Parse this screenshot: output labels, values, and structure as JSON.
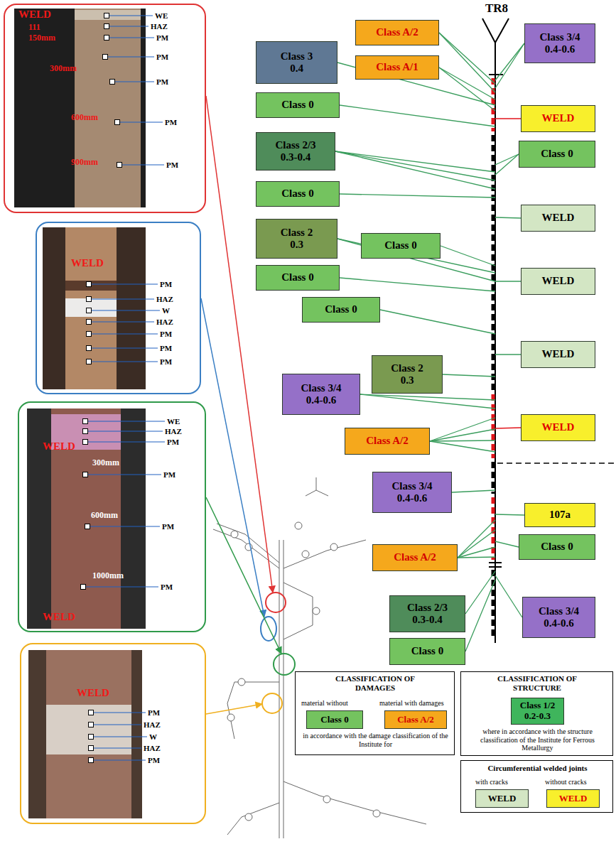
{
  "diagram": {
    "nodes": [
      {
        "text": [
          "WELD",
          "111",
          "150mm",
          "300mm",
          "600mm",
          "900mm",
          "WE",
          "HAZ",
          "PM",
          "PM",
          "PM",
          "PM",
          "PM"
        ]
      },
      {
        "text": [
          "WELD",
          "PM",
          "HAZ",
          "W",
          "HAZ",
          "PM",
          "PM",
          "PM"
        ]
      },
      {
        "text": [
          "WELD",
          "300mm",
          "600mm",
          "1000mm",
          "WELD",
          "WE",
          "HAZ",
          "PM",
          "PM",
          "PM",
          "PM"
        ]
      },
      {
        "text": [
          "WELD",
          "PM",
          "HAZ",
          "W",
          "HAZ",
          "PM"
        ]
      },
      {
        "text": [
          "Class A/2"
        ]
      },
      {
        "text": [
          "Class 3/4",
          "0.4-0.6"
        ]
      },
      {
        "text": [
          "Class 3",
          "0.4"
        ]
      },
      {
        "text": [
          "Class A/1"
        ]
      },
      {
        "text": [
          "Class 0"
        ]
      },
      {
        "text": [
          "WELD"
        ]
      },
      {
        "text": [
          "Class 2/3",
          "0.3-0.4"
        ]
      },
      {
        "text": [
          "Class 0"
        ]
      },
      {
        "text": [
          "Class 0"
        ]
      },
      {
        "text": [
          "WELD"
        ]
      },
      {
        "text": [
          "Class 2",
          "0.3"
        ]
      },
      {
        "text": [
          "Class 0"
        ]
      },
      {
        "text": [
          "Class 0"
        ]
      },
      {
        "text": [
          "WELD"
        ]
      },
      {
        "text": [
          "Class 0"
        ]
      },
      {
        "text": [
          "WELD"
        ]
      },
      {
        "text": [
          "Class 2",
          "0.3"
        ]
      },
      {
        "text": [
          "Class 3/4",
          "0.4-0.6"
        ]
      },
      {
        "text": [
          "WELD"
        ]
      },
      {
        "text": [
          "Class A/2"
        ]
      },
      {
        "text": [
          "Class 3/4",
          "0.4-0.6"
        ]
      },
      {
        "text": [
          "107a"
        ]
      },
      {
        "text": [
          "Class 0"
        ]
      },
      {
        "text": [
          "Class A/2"
        ]
      },
      {
        "text": [
          "Class 2/3",
          "0.3-0.4"
        ]
      },
      {
        "text": [
          "Class 3/4",
          "0.4-0.6"
        ]
      },
      {
        "text": [
          "Class 0"
        ]
      },
      {
        "text": [
          "CLASSIFICATION OF DAMAGES",
          "material without",
          "material with damages",
          "in accordance with the damage classification of the Institute for"
        ]
      },
      {
        "text": [
          "Class 0"
        ],
        "in": 31
      },
      {
        "text": [
          "Class A/2"
        ],
        "in": 31
      },
      {
        "text": [
          "CLASSIFICATION OF STRUCTURE",
          "where in accordance with the structure classification of the Institute for Ferrous Metallurgy"
        ]
      },
      {
        "text": [
          "Class 1/2",
          "0.2-0.3"
        ],
        "in": 34
      },
      {
        "text": [
          "Circumferential welded joints",
          "with cracks",
          "without cracks"
        ]
      },
      {
        "text": [
          "WELD"
        ],
        "in": 36
      },
      {
        "text": [
          "WELD"
        ],
        "in": 36
      }
    ],
    "labels": [
      "TR8"
    ]
  }
}
